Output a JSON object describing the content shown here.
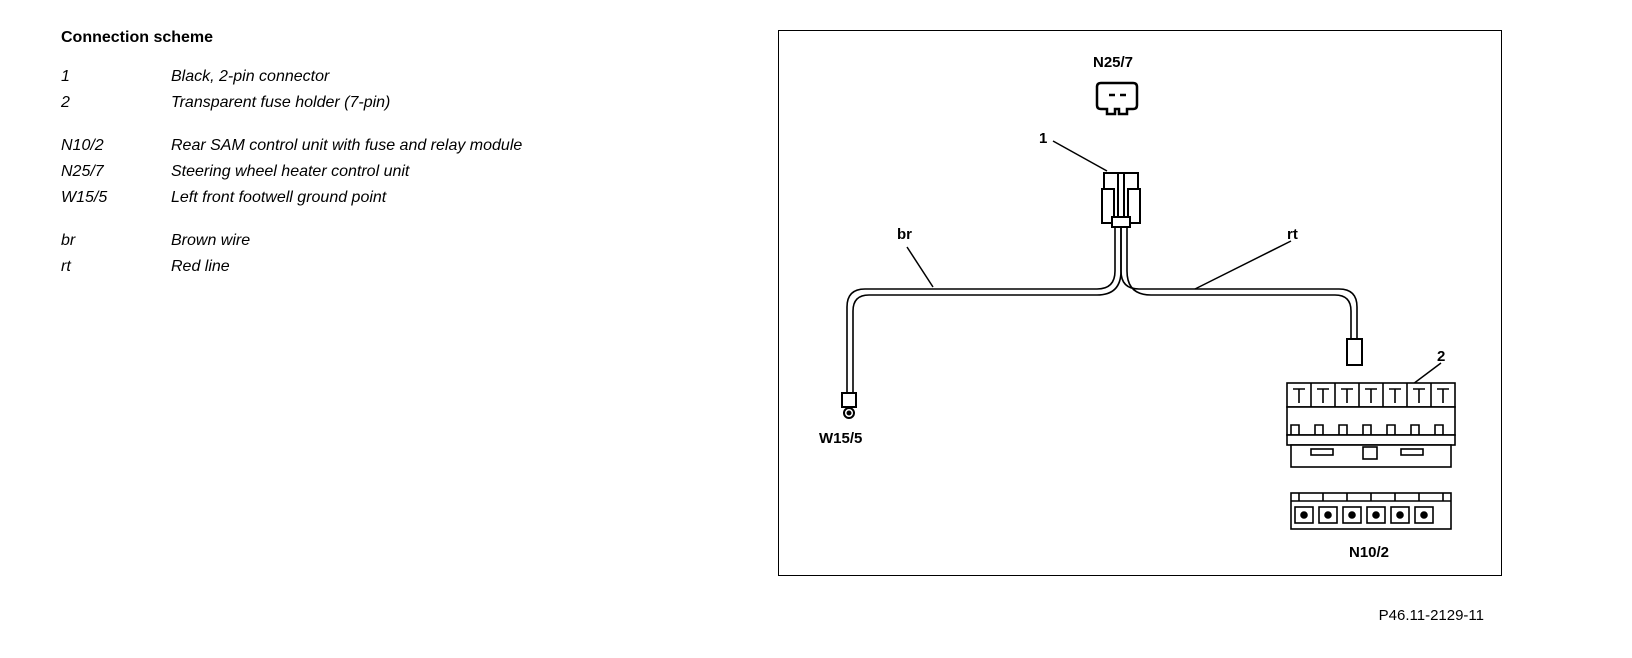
{
  "legend": {
    "title": "Connection scheme",
    "groups": [
      {
        "items": [
          {
            "key": "1",
            "desc": "Black, 2-pin connector"
          },
          {
            "key": "2",
            "desc": "Transparent fuse holder (7-pin)"
          }
        ]
      },
      {
        "items": [
          {
            "key": "N10/2",
            "desc": "Rear SAM control unit with fuse and relay module"
          },
          {
            "key": "N25/7",
            "desc": "Steering wheel heater control unit"
          },
          {
            "key": "W15/5",
            "desc": "Left front footwell ground point"
          }
        ]
      },
      {
        "items": [
          {
            "key": "br",
            "desc": "Brown wire"
          },
          {
            "key": "rt",
            "desc": "Red line"
          }
        ]
      }
    ]
  },
  "diagram": {
    "labels": {
      "n25_7": "N25/7",
      "one": "1",
      "br": "br",
      "rt": "rt",
      "two": "2",
      "w15_5": "W15/5",
      "n10_2": "N10/2"
    },
    "reference": "P46.11-2129-11"
  }
}
